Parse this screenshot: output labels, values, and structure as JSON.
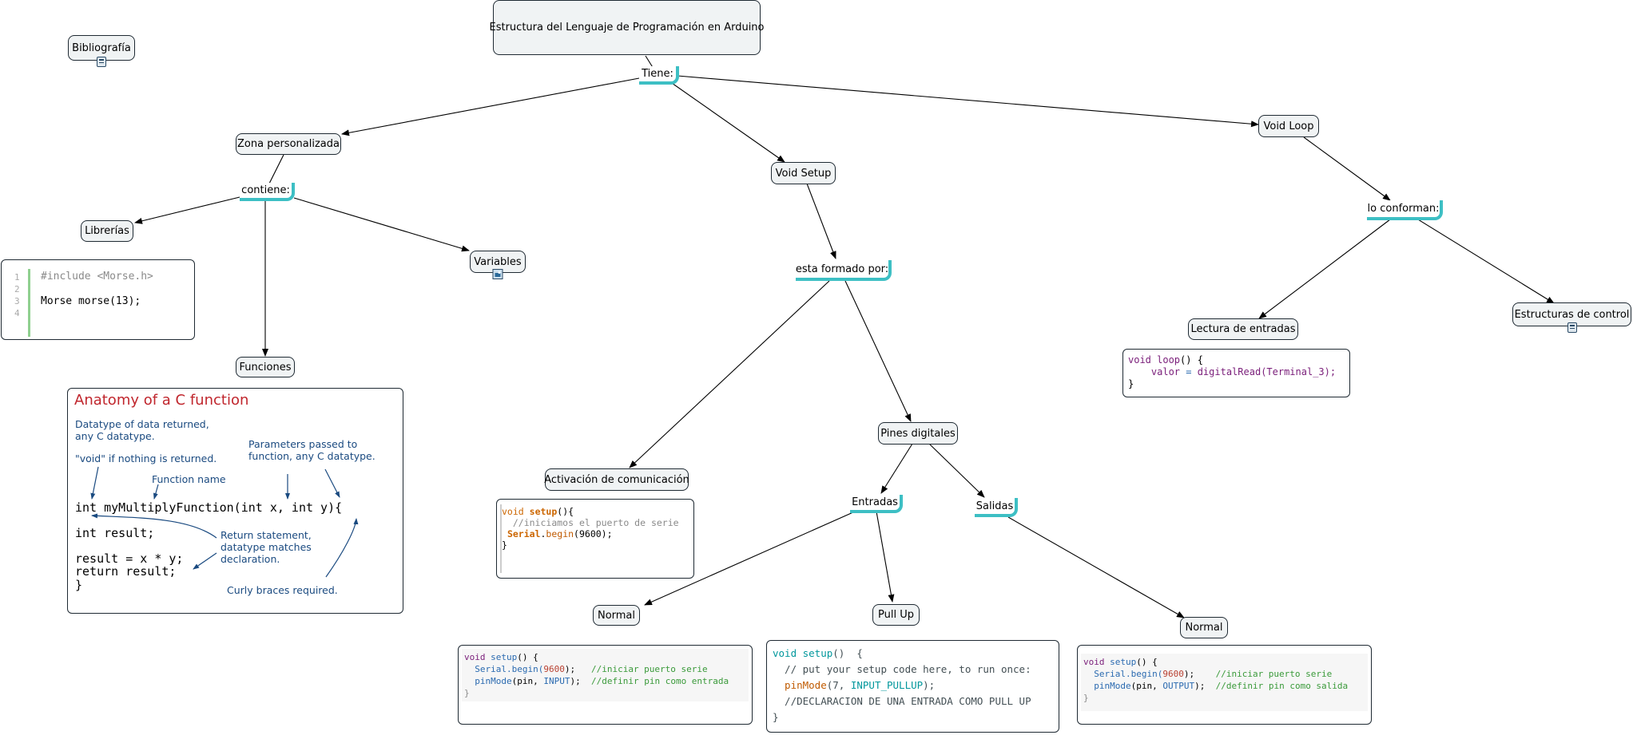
{
  "diagram": {
    "nodes": {
      "bibliografia": "Bibliografía",
      "root": "Estructura del Lenguaje de Programación en Arduino",
      "tiene": "Tiene:",
      "zona": "Zona personalizada",
      "contiene": "contiene:",
      "librerias": "Librerías",
      "variables": "Variables",
      "funciones": "Funciones",
      "void_setup": "Void Setup",
      "esta_formado": "esta formado por:",
      "activacion": "Activación de comunicación",
      "pines": "Pines digitales",
      "entradas": "Entradas",
      "salidas": "Salidas",
      "normal_in": "Normal",
      "pull_up": "Pull Up",
      "normal_out": "Normal",
      "void_loop": "Void Loop",
      "lo_conforman": "lo conforman:",
      "lectura": "Lectura de entradas",
      "estructuras": "Estructuras de control"
    },
    "resources": {
      "library_code": [
        "1",
        "#include <Morse.h>",
        "2",
        "",
        "3",
        "Morse morse(13);",
        "4",
        ""
      ],
      "anatomy": {
        "title": "Anatomy of a C function",
        "note_datatype": "Datatype of data returned,\nany C datatype.",
        "note_void": "\"void\" if nothing is returned.",
        "note_params": "Parameters passed to\nfunction, any C datatype.",
        "note_fname": "Function name",
        "code_line1": "int myMultiplyFunction(int x, int y){",
        "code_line2": "int result;",
        "code_line3": "result = x * y;",
        "code_line4": "return result;",
        "code_line5": "}",
        "note_return": "Return statement,\ndatatype matches\ndeclaration.",
        "note_braces": "Curly braces required."
      },
      "serial_setup": {
        "l1_kw": "void",
        "l1_fn": "setup",
        "l1_rest": "(){",
        "l2": "//iniciamos el puerto de serie",
        "l3_obj": "Serial",
        "l3_dot": ".",
        "l3_fn": "begin",
        "l3_rest": "(9600);",
        "l4": "}"
      },
      "normal_in_code": {
        "l1_kw": "void",
        "l1_fn": " setup",
        "l1_rest": "() {",
        "l2_fn": "  Serial.begin(",
        "l2_num": "9600",
        "l2_rest": ");",
        "l2_cmt": "   //iniciar puerto serie",
        "l3_fn": "  pinMode",
        "l3_rest": "(pin, ",
        "l3_const": "INPUT",
        "l3_end": ");",
        "l3_cmt": "  //definir pin como entrada",
        "l4": "}"
      },
      "pullup_code": {
        "l1_kw": "void",
        "l1_fn": " setup",
        "l1_rest": "()  {",
        "l2": "  // put your setup code here, to run once:",
        "l3_fn": "  pinMode",
        "l3_rest": "(7, ",
        "l3_const": "INPUT_PULLUP",
        "l3_end": ");",
        "l4": "  //DECLARACION DE UNA ENTRADA COMO PULL UP",
        "l5": "}"
      },
      "normal_out_code": {
        "l1_kw": "void",
        "l1_fn": " setup",
        "l1_rest": "() {",
        "l2_fn": "  Serial.begin(",
        "l2_num": "9600",
        "l2_rest": ");",
        "l2_cmt": "    //iniciar puerto serie",
        "l3_fn": "  pinMode",
        "l3_rest": "(pin, ",
        "l3_const": "OUTPUT",
        "l3_end": ");",
        "l3_cmt": "  //definir pin como salida",
        "l4": "}"
      },
      "loop_code": {
        "l1_kw": "void",
        "l1_fn": " loop",
        "l1_rest": "() {",
        "l2_a": "    valor ",
        "l2_eq": "=",
        "l2_fn": " digitalRead",
        "l2_rest": "(Terminal_3);",
        "l3": "}"
      }
    }
  }
}
